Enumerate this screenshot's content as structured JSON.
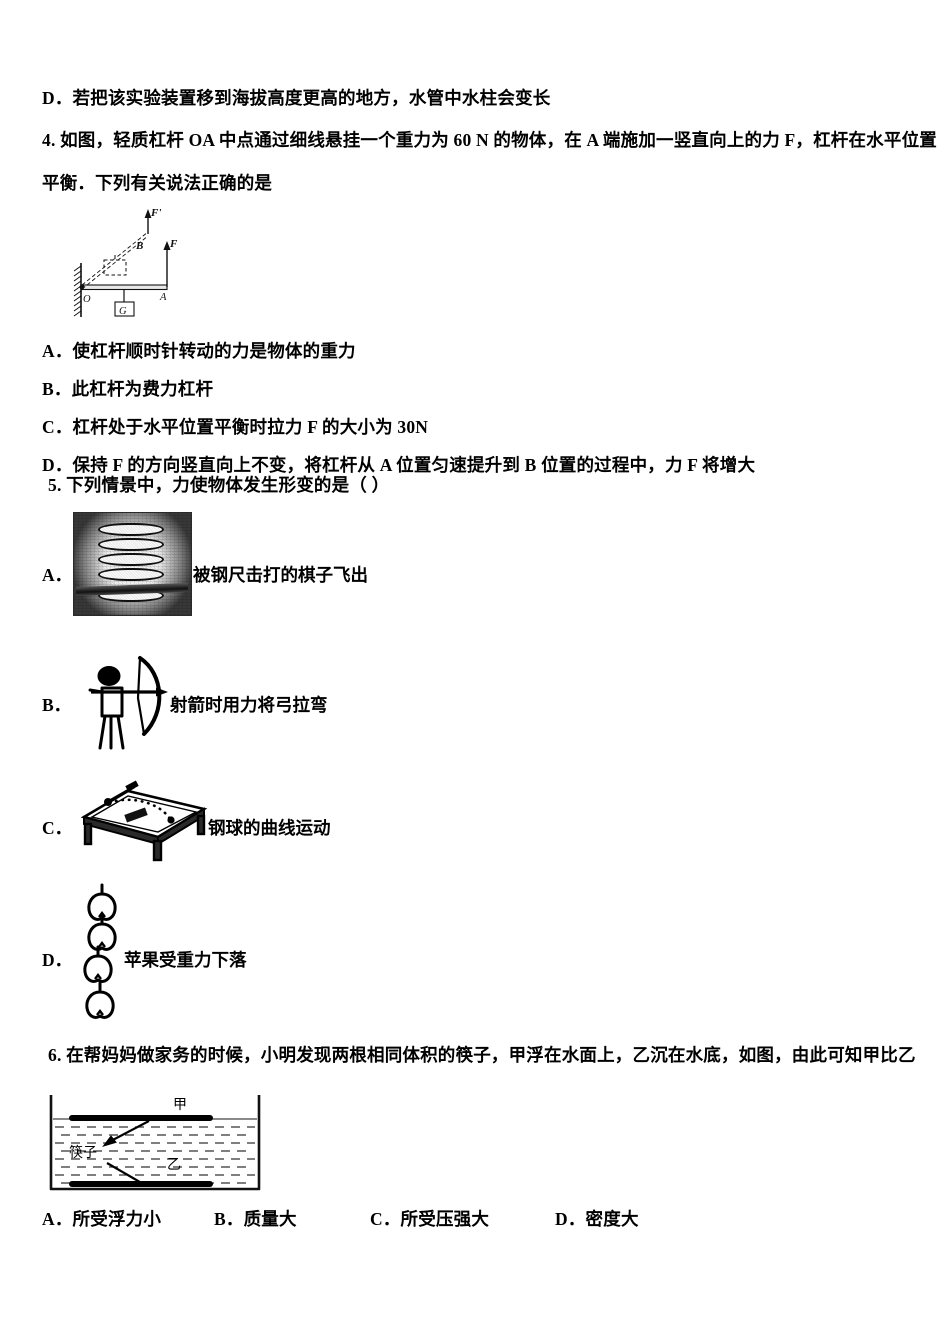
{
  "document": {
    "type": "physics-exam-paper",
    "language": "zh-CN"
  },
  "q3_tail": {
    "option_d": "D．若把该实验装置移到海拔高度更高的地方，水管中水柱会变长"
  },
  "q4": {
    "stem_line1": "4. 如图，轻质杠杆 OA 中点通过细线悬挂一个重力为 60 N 的物体，在 A 端施加一竖直向上的力 F，杠杆在水平位置",
    "stem_line2": "平衡．下列有关说法正确的是",
    "figure": {
      "label_o": "O",
      "label_a": "A",
      "label_b": "B",
      "label_f": "F",
      "label_f_prime": "F'",
      "label_g": "G"
    },
    "options": [
      "A．使杠杆顺时针转动的力是物体的重力",
      "B．此杠杆为费力杠杆",
      "C．杠杆处于水平位置平衡时拉力 F 的大小为 30N",
      "D．保持 F 的方向竖直向上不变，将杠杆从 A 位置匀速提升到 B 位置的过程中，力 F 将增大"
    ]
  },
  "q5": {
    "stem": "5. 下列情景中，力使物体发生形变的是（      ）",
    "options": [
      {
        "label": "A．",
        "caption": "被钢尺击打的棋子飞出",
        "figure": "checkers-photo"
      },
      {
        "label": "B．",
        "caption": "射箭时用力将弓拉弯",
        "figure": "archer-bow"
      },
      {
        "label": "C．",
        "caption": "钢球的曲线运动",
        "figure": "table-ball-curve"
      },
      {
        "label": "D．",
        "caption": "苹果受重力下落",
        "figure": "falling-apples"
      }
    ]
  },
  "q6": {
    "stem": "6. 在帮妈妈做家务的时候，小明发现两根相同体积的筷子，甲浮在水面上，乙沉在水底，如图，由此可知甲比乙",
    "figure": {
      "label_jia": "甲",
      "label_yi": "乙",
      "label_kuaizi": "筷子"
    },
    "options": [
      "A．所受浮力小",
      "B．质量大",
      "C．所受压强大",
      "D．密度大"
    ]
  },
  "colors": {
    "ink": "#000000",
    "paper": "#ffffff",
    "water_line": "#3a3a3a"
  }
}
